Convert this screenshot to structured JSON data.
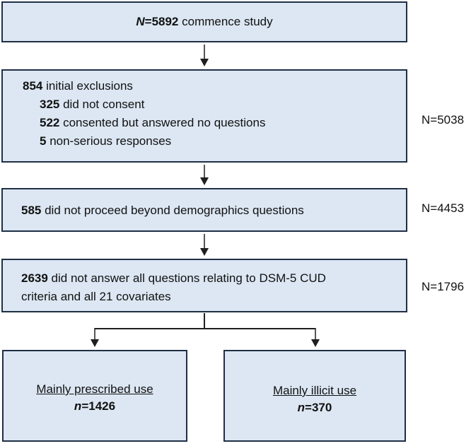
{
  "boxes": {
    "start": {
      "n_label": "N",
      "n_value": "=5892",
      "text": " commence study"
    },
    "exclusions": {
      "total": "854",
      "total_text": " initial exclusions",
      "items": [
        {
          "num": "325",
          "text": " did not consent"
        },
        {
          "num": "522",
          "text": " consented but answered no questions"
        },
        {
          "num": "5",
          "text": " non-serious responses"
        }
      ],
      "side_n": "N=5038"
    },
    "demographics": {
      "num": "585",
      "text": " did not proceed beyond demographics questions",
      "side_n": "N=4453"
    },
    "dsm": {
      "num": "2639",
      "line1": " did not answer all questions relating to DSM-5 CUD",
      "line2": "criteria and all 21 covariates",
      "side_n": "N=1796"
    },
    "prescribed": {
      "title": "Mainly prescribed use",
      "n_label": "n",
      "n_value": "=1426"
    },
    "illicit": {
      "title": "Mainly illicit use",
      "n_label": "n",
      "n_value": "=370"
    }
  }
}
